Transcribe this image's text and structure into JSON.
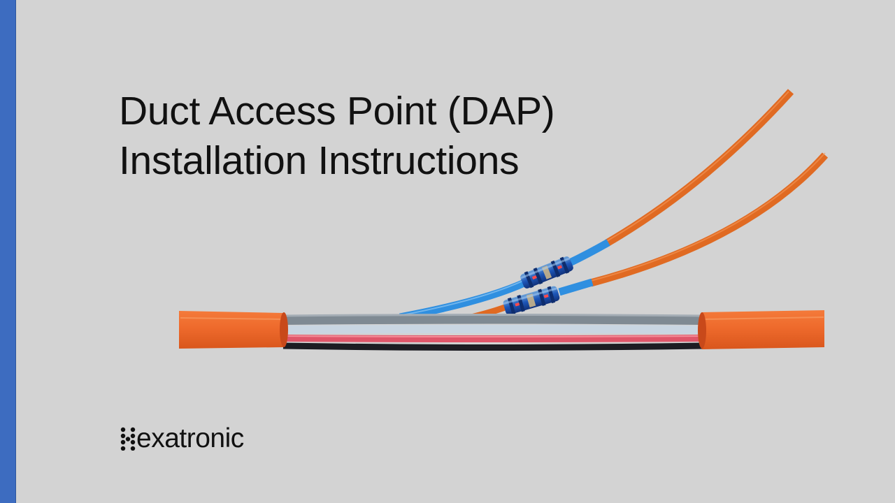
{
  "slide": {
    "title_line1": "Duct Access Point (DAP)",
    "title_line2": "Installation Instructions"
  },
  "brand": {
    "logo_text": "exatronic",
    "logo_full": "Hexatronic"
  },
  "colors": {
    "background": "#d3d3d3",
    "accent_bar": "#3d6cc0",
    "duct_orange": "#ee6a2c",
    "microduct_blue": "#2f8fe0",
    "text": "#111111"
  }
}
